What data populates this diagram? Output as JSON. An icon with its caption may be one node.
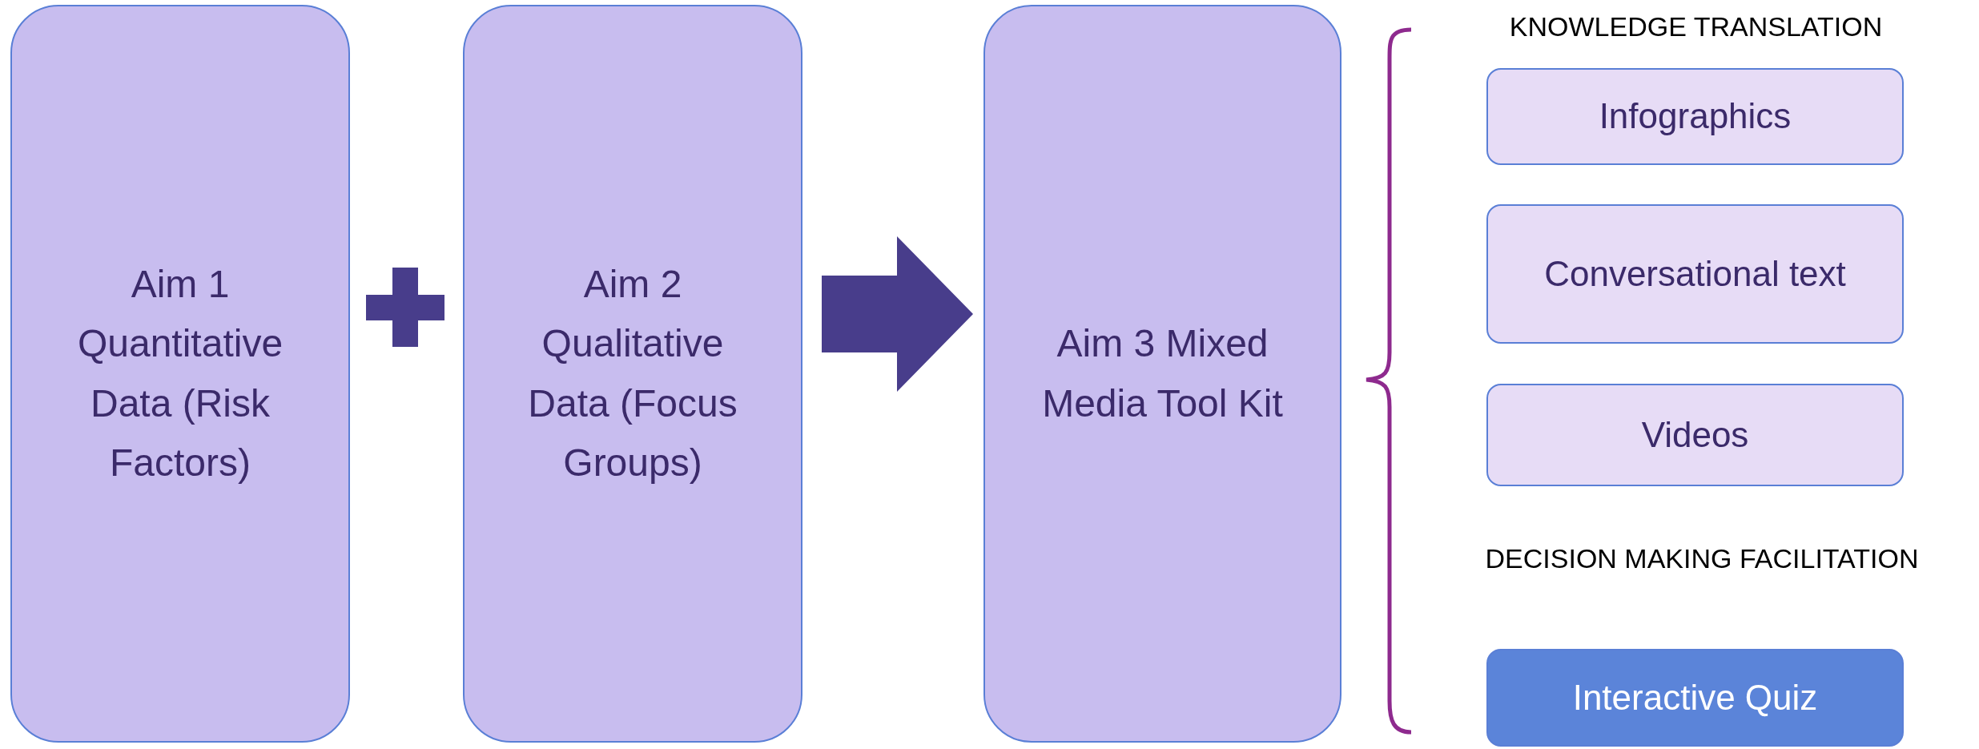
{
  "diagram": {
    "nodes": [
      {
        "text": [
          "Aim 1 Quantitative Data (Risk Factors)"
        ]
      },
      {
        "text": [
          "Aim 2 Qualitative Data (Focus Groups)"
        ]
      },
      {
        "text": [
          "Aim 3 Mixed Media Tool Kit"
        ]
      },
      {
        "text": [
          "Infographics"
        ]
      },
      {
        "text": [
          "Conversational text"
        ]
      },
      {
        "text": [
          "Videos"
        ]
      },
      {
        "text": [
          "Interactive Quiz"
        ]
      }
    ],
    "edges": [
      {
        "from": 1,
        "to": 2,
        "arrow": "to",
        "style": "thick"
      }
    ],
    "labels": [
      "KNOWLEDGE TRANSLATION",
      "DECISION MAKING FACILITATION"
    ]
  }
}
